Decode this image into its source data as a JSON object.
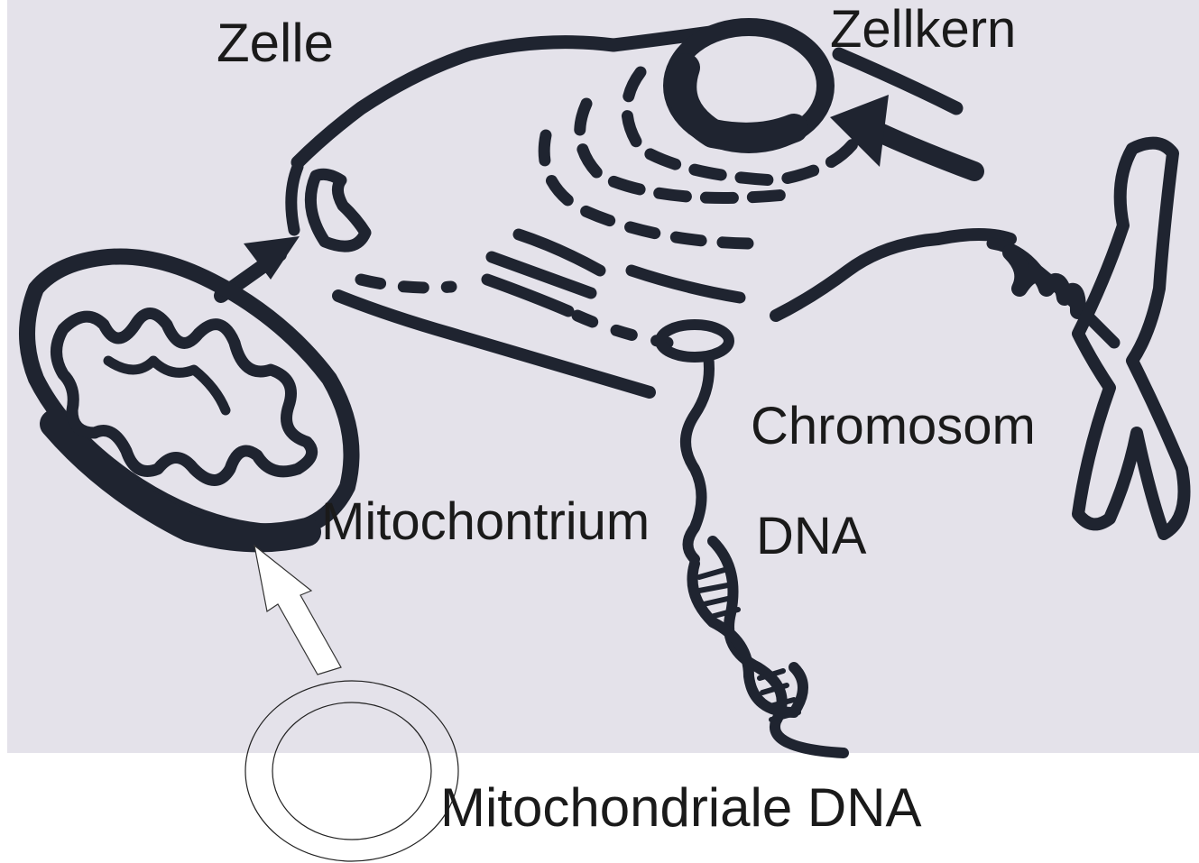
{
  "labels": {
    "cell": "Zelle",
    "nucleus": "Zellkern",
    "chromosome": "Chromosom",
    "mitochondrion": "Mitochontrium",
    "dna": "DNA",
    "mitochondrial_dna": "Mitochondriale DNA"
  },
  "colors": {
    "background_photo": "#e9e6ee",
    "ink": "#1f2430",
    "page": "#ffffff"
  }
}
